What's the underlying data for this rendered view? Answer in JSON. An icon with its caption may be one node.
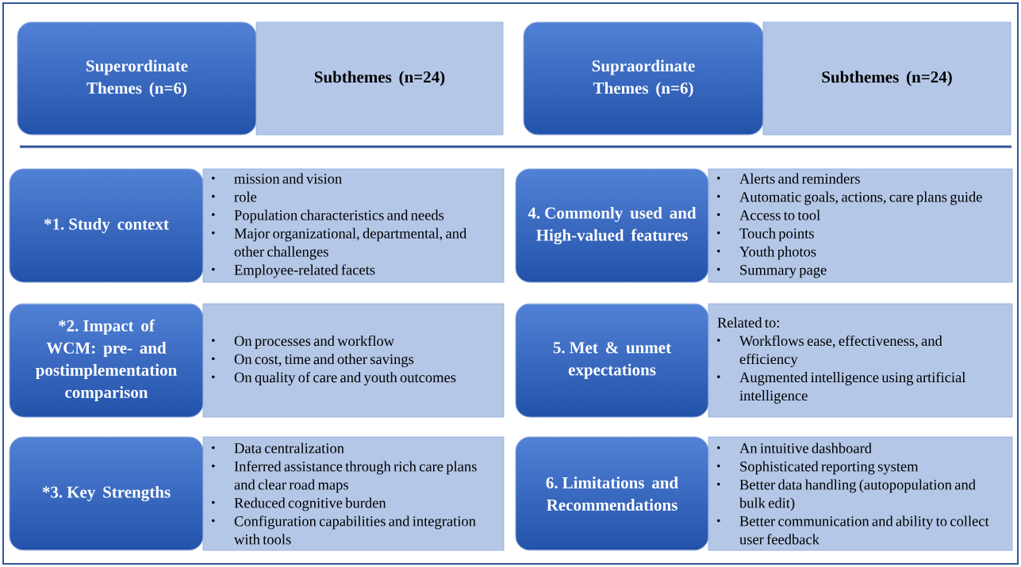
{
  "diagram": {
    "nodes": [
      {
        "text": [
          "Superordinate Themes (n=6)"
        ]
      },
      {
        "text": [
          "Subthemes (n=24)"
        ]
      },
      {
        "text": [
          "Supraordinate Themes (n=6)"
        ]
      },
      {
        "text": [
          "Subthemes (n=24)"
        ]
      },
      {
        "text": [
          "*1. Study context"
        ]
      },
      {
        "text": [
          "mission and vision",
          "role",
          "Population characteristics and needs",
          "Major organizational, departmental, and other challenges",
          "Employee-related facets"
        ]
      },
      {
        "text": [
          "4. Commonly used and High-valued features"
        ]
      },
      {
        "text": [
          "Alerts and reminders",
          "Automatic goals, actions, care plans guide",
          "Access to tool",
          "Touch points",
          "Youth photos",
          "Summary page"
        ]
      },
      {
        "text": [
          "*2. Impact of WCM: pre- and postimplementation comparison"
        ]
      },
      {
        "text": [
          "On processes and workflow",
          "On cost, time and other savings",
          "On quality of care and youth outcomes"
        ]
      },
      {
        "text": [
          "5. Met & unmet expectations"
        ]
      },
      {
        "text": [
          "Related to:",
          "Workflows ease, effectiveness, and efficiency",
          "Augmented intelligence using artificial intelligence"
        ]
      },
      {
        "text": [
          "*3. Key Strengths"
        ]
      },
      {
        "text": [
          "Data centralization",
          "Inferred assistance through rich care plans and clear road maps",
          "Reduced cognitive burden",
          "Configuration capabilities and integration with tools"
        ]
      },
      {
        "text": [
          "6. Limitations and Recommendations"
        ]
      },
      {
        "text": [
          "An intuitive dashboard",
          "Sophisticated reporting system",
          "Better data handling (autopopulation and bulk edit)",
          "Better communication and ability to collect user feedback"
        ]
      }
    ]
  }
}
